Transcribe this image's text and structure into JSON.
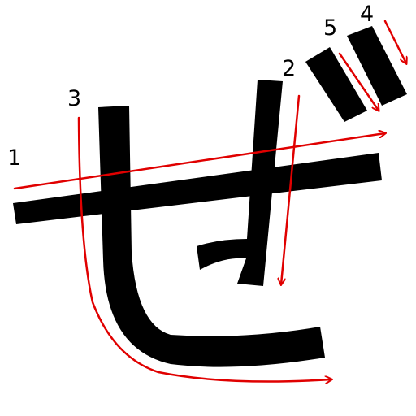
{
  "character": "ぜ",
  "stroke_numbers": [
    "1",
    "2",
    "3",
    "4",
    "5"
  ],
  "colors": {
    "glyph": "#000000",
    "arrow": "#e00000",
    "background": "#ffffff"
  }
}
